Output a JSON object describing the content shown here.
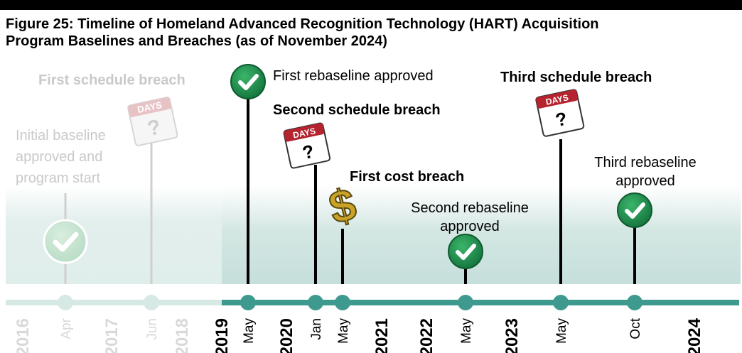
{
  "title": {
    "line1": "Figure 25: Timeline of Homeland Advanced Recognition Technology (HART) Acquisition",
    "line2": "Program Baselines and Breaches (as of November 2024)"
  },
  "events": {
    "initial_baseline": {
      "line1": "Initial baseline",
      "line2": "approved and",
      "line3": "program start",
      "icon": "check-icon",
      "month": "Apr",
      "year": "2016"
    },
    "first_schedule_breach": {
      "label": "First schedule breach",
      "calendar_text": "DAYS",
      "glyph": "?",
      "icon": "calendar-icon",
      "month": "Jun",
      "year": "2017"
    },
    "first_rebaseline": {
      "label": "First rebaseline approved",
      "icon": "check-icon",
      "month": "May",
      "year": "2019"
    },
    "second_schedule_breach": {
      "label": "Second schedule breach",
      "calendar_text": "DAYS",
      "glyph": "?",
      "icon": "calendar-icon",
      "month": "Jan",
      "year": "2020"
    },
    "first_cost_breach": {
      "label": "First cost breach",
      "glyph": "$",
      "icon": "dollar-icon",
      "month": "May",
      "year": "2020"
    },
    "second_rebaseline": {
      "line1": "Second rebaseline",
      "line2": "approved",
      "icon": "check-icon",
      "month": "May",
      "year": "2022"
    },
    "third_schedule_breach": {
      "label": "Third schedule breach",
      "calendar_text": "DAYS",
      "glyph": "?",
      "icon": "calendar-icon",
      "month": "May",
      "year": "2023"
    },
    "third_rebaseline": {
      "line1": "Third rebaseline",
      "line2": "approved",
      "icon": "check-icon",
      "month": "Oct",
      "year": "2023"
    }
  },
  "axis": {
    "years": [
      "2016",
      "2017",
      "2018",
      "2019",
      "2020",
      "2021",
      "2022",
      "2023",
      "2024"
    ],
    "months": [
      "Apr",
      "Jun",
      "May",
      "Jan",
      "May",
      "May",
      "May",
      "Oct"
    ]
  },
  "colors": {
    "accent_teal": "#3e9a8f",
    "faded_teal": "#d6e9e5",
    "check_green": "#1f8a4c",
    "calendar_red": "#b5232f",
    "dollar_gold": "#c9a227",
    "faded_text": "#c9c9c9"
  }
}
